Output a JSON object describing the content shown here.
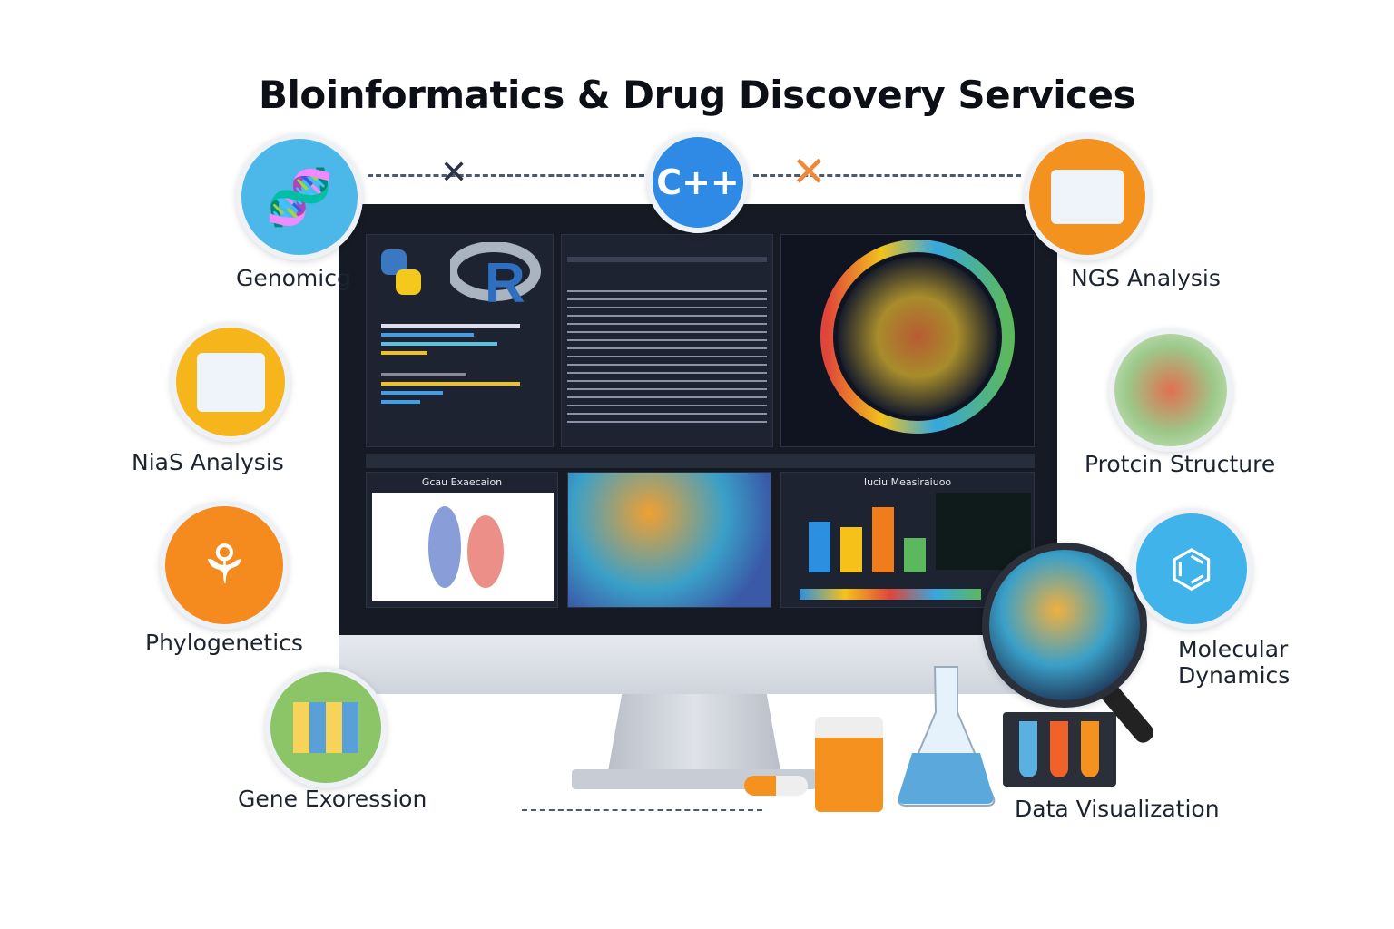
{
  "title": "Bloinformatics & Drug Discovery Services",
  "services": [
    {
      "label": "Genomicg",
      "icon": "dna-icon",
      "color": "#4cb8ea"
    },
    {
      "label": "NGS Analysis",
      "icon": "sequencer-icon",
      "color": "#f4921f"
    },
    {
      "label": "NiaS Analysis",
      "icon": "computer-icon",
      "color": "#f7b51c"
    },
    {
      "label": "Protcin Structure",
      "icon": "protein-icon",
      "color": "#9cc98a"
    },
    {
      "label": "Phylogenetics",
      "icon": "tree-icon",
      "color": "#f58a1f"
    },
    {
      "label": "Molecular Dynamics",
      "icon": "molecule-icon",
      "color": "#3fb3ea"
    },
    {
      "label": "Gene Exoression",
      "icon": "heatmap-icon",
      "color": "#8cc468"
    },
    {
      "label": "Data Visualization",
      "icon": "test-tubes-icon",
      "color": "#2b2f3a"
    }
  ],
  "top_badge": {
    "label": "C++",
    "color": "#2f8ae6"
  },
  "screen": {
    "logos": [
      "python-logo",
      "R"
    ],
    "panel_titles": [
      "Gcau Exaecaion",
      "Iuciu Measiraiuoo"
    ],
    "bar_colors": [
      "#2c8fe0",
      "#f6c21a",
      "#f07c1c",
      "#5cb85c"
    ]
  }
}
